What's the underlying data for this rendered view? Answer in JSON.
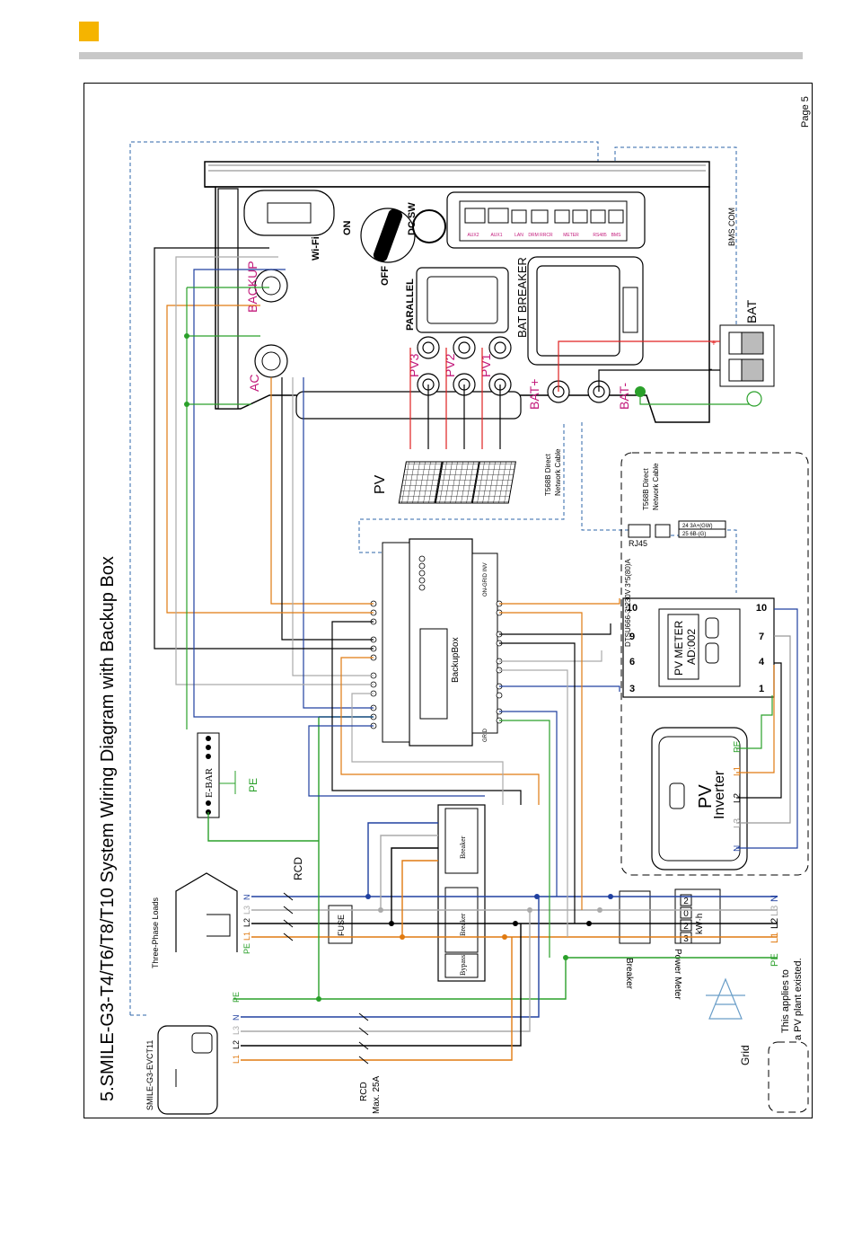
{
  "header": {
    "accent_color": "#f5b400"
  },
  "page": {
    "number": "Page 5",
    "title": "5.SMILE-G3-T4/T6/T8/T10 System Wiring Diagram with Backup Box"
  },
  "inverter": {
    "ports": [
      "AUX2",
      "AUX1",
      "LAN",
      "DRM RRCR",
      "METER",
      "RS485",
      "BMS"
    ],
    "wifi": "Wi-Fi",
    "on": "ON",
    "off": "OFF",
    "dc_sw": "DC SW",
    "parallel": "PARALLEL",
    "bat_breaker": "BAT BREAKER",
    "backup": "BACKUP",
    "ac": "AC",
    "pv_inputs": [
      "PV3",
      "PV2",
      "PV1"
    ],
    "bat_plus": "BAT+",
    "bat_minus": "BAT-"
  },
  "labels": {
    "bms_com": "BMS COM",
    "bat": "BAT",
    "pv": "PV",
    "t568b_1": "T568B Direct",
    "t568b_2": "Network Cable",
    "rj45": "RJ45",
    "backupbox": "BackupBox",
    "on_grid_inv": "ON-GRID INV",
    "grid_port": "GRID",
    "ebar": "E-BAR",
    "pe": "PE",
    "rcd": "RCD",
    "fuse": "FUSE",
    "breaker": "Breaker",
    "bypass": "Bypass",
    "three_phase_loads": "Three-Phase Loads",
    "evct": "SMILE-G3-EVCT11",
    "rcd_max1": "RCD",
    "rcd_max2": "Max. 25A",
    "grid": "Grid",
    "pv_note1": "This applies to",
    "pv_note2": "a PV plant existed.",
    "breaker_bottom": "Breaker",
    "power_meter": "Power Meter",
    "kwh": "kW·h",
    "counter": [
      "2",
      "0",
      "2",
      "3"
    ],
    "pv_meter": "PV METER",
    "pv_meter_ad": "AD:002",
    "dtsu": "DTSU666-3*230V 3*5(80)A",
    "pv_inverter_1": "PV",
    "pv_inverter_2": "Inverter",
    "meter_terminals": [
      "10",
      "9",
      "6",
      "3"
    ],
    "meter_terminals_b": [
      "10",
      "7",
      "4",
      "1"
    ],
    "rs485_a": "24  3A+(GW)",
    "rs485_b": "25  6B-(G)",
    "phase_labels": {
      "n": "N",
      "l3": "L3",
      "l2": "L2",
      "l1": "L1",
      "pe": "PE"
    }
  }
}
